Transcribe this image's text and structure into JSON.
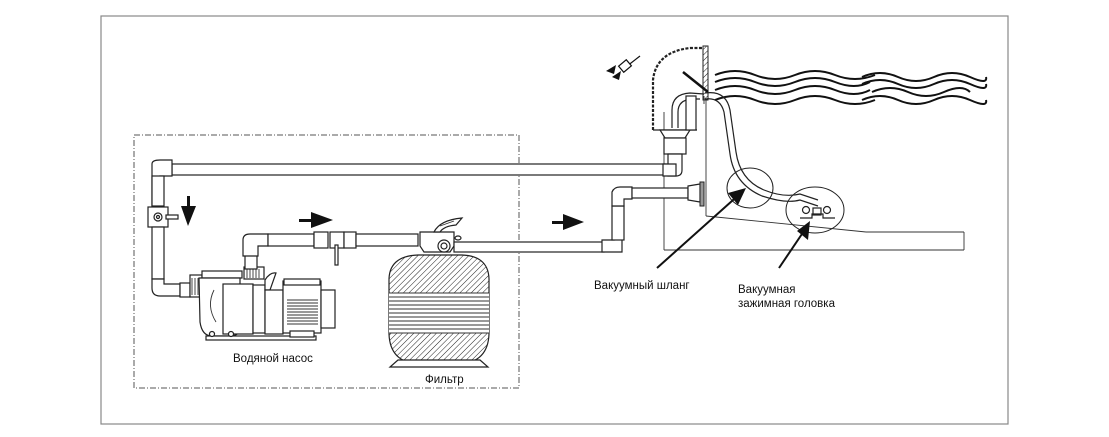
{
  "diagram": {
    "title": "Pool filtration system with vacuum cleaning connection",
    "labels": {
      "pump": "Водяной насос",
      "filter": "Фильтр",
      "vacuum_hose": "Вакуумный шланг",
      "vacuum_head_line1": "Вакуумная",
      "vacuum_head_line2": "зажимная головка"
    },
    "components": [
      {
        "id": "pump",
        "name": "Water pump"
      },
      {
        "id": "filter",
        "name": "Sand filter with multiport valve"
      },
      {
        "id": "skimmer",
        "name": "Skimmer"
      },
      {
        "id": "return-inlet",
        "name": "Return inlet"
      },
      {
        "id": "vacuum-hose",
        "name": "Vacuum hose"
      },
      {
        "id": "vacuum-head",
        "name": "Vacuum head"
      },
      {
        "id": "valve-suction",
        "name": "Suction ball valve"
      },
      {
        "id": "valve-pressure",
        "name": "Pressure ball valve"
      }
    ],
    "flow_arrows": [
      "down",
      "right",
      "right"
    ],
    "colors": {
      "line": "#222222",
      "background": "#ffffff",
      "frame": "#888888"
    }
  }
}
